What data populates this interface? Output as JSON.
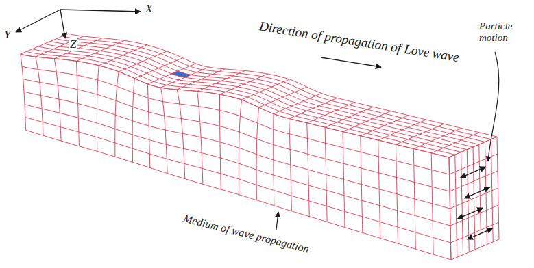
{
  "diagram": {
    "labels": [
      "X",
      "Y",
      "Z",
      "Direction of propagation of Love wave",
      "Particle motion",
      "Medium of wave propagation"
    ]
  }
}
